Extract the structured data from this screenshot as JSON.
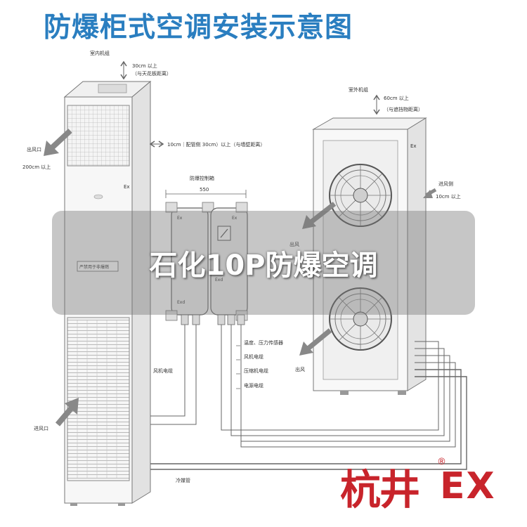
{
  "title": "防爆柜式空调安装示意图",
  "indoor": {
    "header": "室内机组",
    "top_clearance": "30cm 以上",
    "top_clearance_note": "（与天花板距离）",
    "side_clearance": "10cm｜配管侧 30cm）以上（与墙壁距离）",
    "outlet_label": "出风口",
    "outlet_clearance": "200cm 以上",
    "inlet_label": "进风口",
    "ex_mark": "Ex",
    "panel_text": "严禁用于非爆燃"
  },
  "control_box": {
    "header": "防爆控制箱",
    "width": "550",
    "ex_left": "Ex",
    "ex_right": "Ex",
    "exd_left": "Exd",
    "exd_right": "Exd"
  },
  "outdoor": {
    "header": "室外机组",
    "top_clearance": "60cm 以上",
    "top_clearance_note": "（与遮挡物距离）",
    "ex_mark": "Ex",
    "intake_label": "进风侧",
    "intake_clearance": "10cm 以上",
    "outlet_upper": "出风",
    "outlet_lower": "出风"
  },
  "cables": {
    "temp_pressure": "温度、压力传感器",
    "fan_motor_out": "风机电缆",
    "compressor": "压缩机电缆",
    "power": "电源电缆",
    "fan_motor_in": "风机电缆",
    "refrigerant": "冷媒管"
  },
  "overlay_caption": "石化10P防爆空调",
  "brand": {
    "name": "杭井",
    "registered": "®",
    "suffix": "EX",
    "color": "#c8242b"
  },
  "colors": {
    "title_blue": "#2a7ec0",
    "line": "#555555"
  }
}
